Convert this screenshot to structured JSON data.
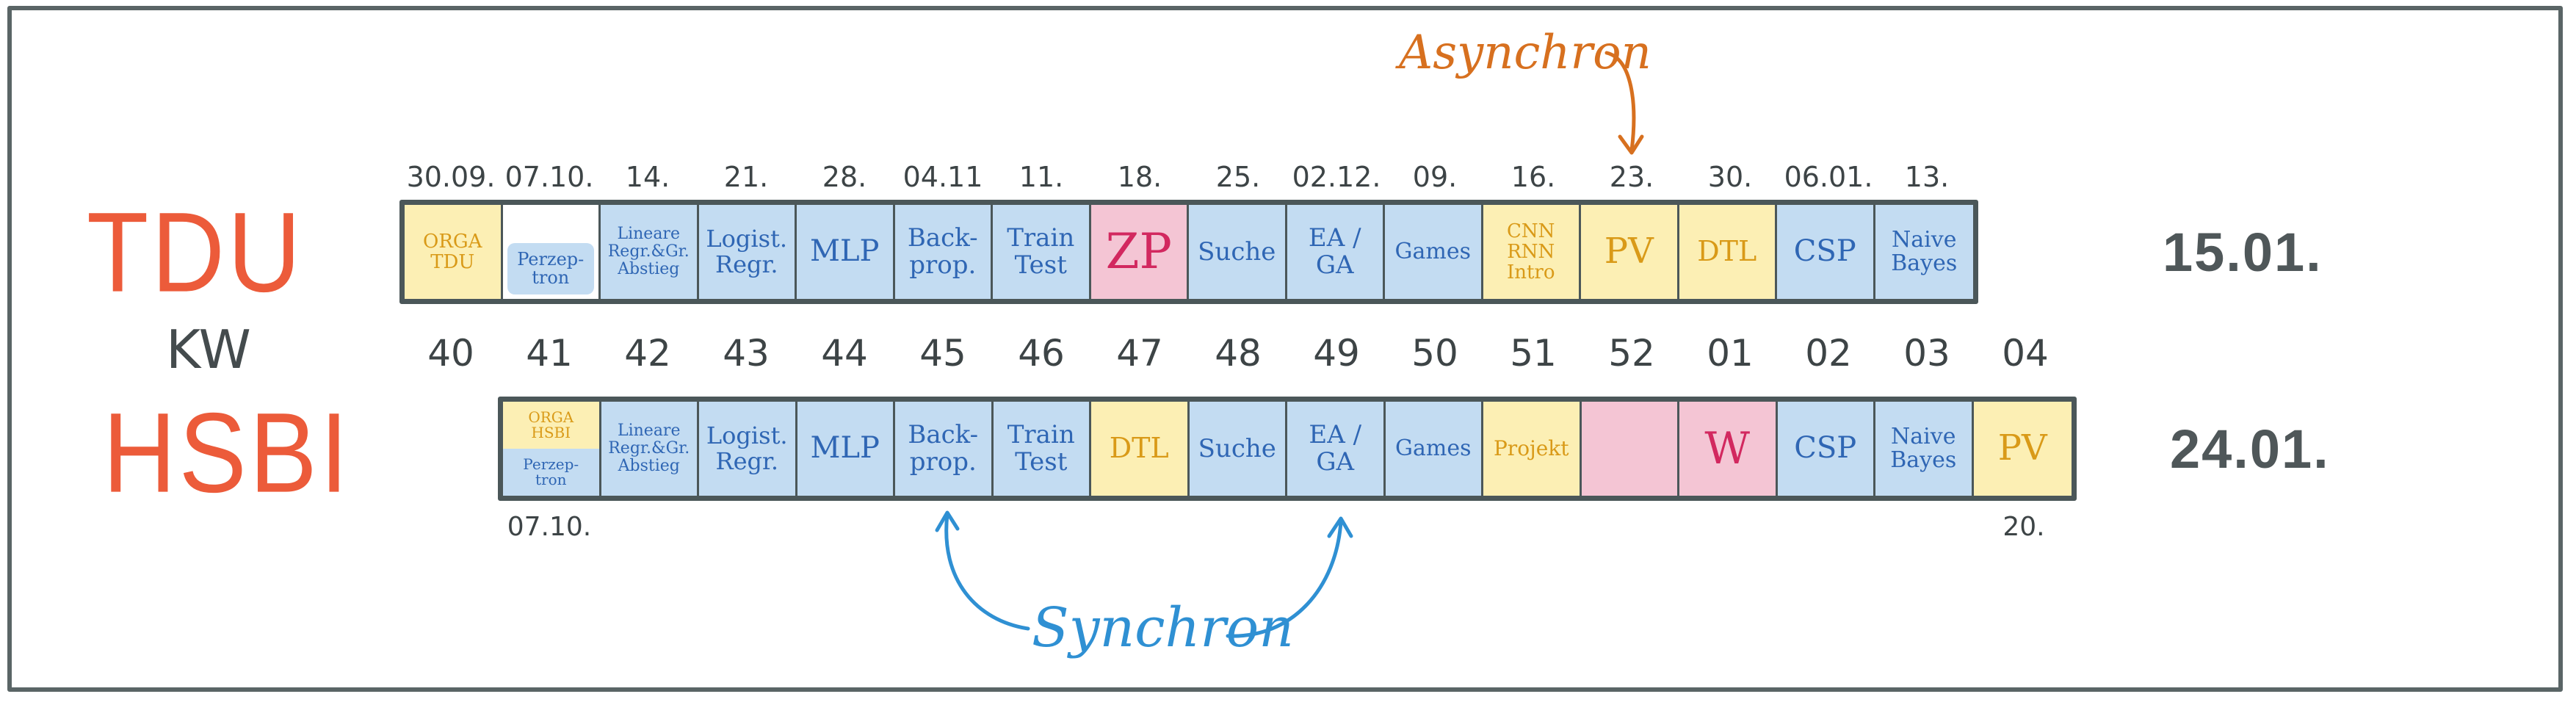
{
  "tdu": {
    "title": "TDU",
    "end_date": "15.01.",
    "dates": [
      "30.09.",
      "07.10.",
      "14.",
      "21.",
      "28.",
      "04.11",
      "11.",
      "18.",
      "25.",
      "02.12.",
      "09.",
      "16.",
      "23.",
      "30.",
      "06.01.",
      "13."
    ],
    "cells": [
      {
        "text": "ORGA\nTDU",
        "color": "yellow",
        "size": 26
      },
      {
        "text": "Perzep-\ntron",
        "color": "partial",
        "size": 24
      },
      {
        "text": "Lineare\nRegr.&Gr.\nAbstieg",
        "color": "blue",
        "size": 22
      },
      {
        "text": "Logist.\nRegr.",
        "color": "blue",
        "size": 32
      },
      {
        "text": "MLP",
        "color": "blue",
        "size": 40
      },
      {
        "text": "Back-\nprop.",
        "color": "blue",
        "size": 34
      },
      {
        "text": "Train\nTest",
        "color": "blue",
        "size": 34
      },
      {
        "text": "ZP",
        "color": "pink",
        "size": 66
      },
      {
        "text": "Suche",
        "color": "blue",
        "size": 34
      },
      {
        "text": "EA /\nGA",
        "color": "blue",
        "size": 34
      },
      {
        "text": "Games",
        "color": "blue",
        "size": 30
      },
      {
        "text": "CNN\nRNN\nIntro",
        "color": "yellow",
        "size": 26
      },
      {
        "text": "PV",
        "color": "yellow",
        "size": 48
      },
      {
        "text": "DTL",
        "color": "yellow",
        "size": 38
      },
      {
        "text": "CSP",
        "color": "blue",
        "size": 40
      },
      {
        "text": "Naive\nBayes",
        "color": "blue",
        "size": 30
      }
    ]
  },
  "kw": {
    "label": "KW",
    "weeks": [
      "40",
      "41",
      "42",
      "43",
      "44",
      "45",
      "46",
      "47",
      "48",
      "49",
      "50",
      "51",
      "52",
      "01",
      "02",
      "03",
      "04"
    ]
  },
  "hsbi": {
    "title": "HSBI",
    "end_date": "24.01.",
    "start_date": "07.10.",
    "end_label": "20.",
    "cells": [
      {
        "top": "ORGA\nHSBI",
        "bottom": "Perzep-\ntron",
        "color": "split",
        "size": 20
      },
      {
        "text": "Lineare\nRegr.&Gr.\nAbstieg",
        "color": "blue",
        "size": 22
      },
      {
        "text": "Logist.\nRegr.",
        "color": "blue",
        "size": 32
      },
      {
        "text": "MLP",
        "color": "blue",
        "size": 40
      },
      {
        "text": "Back-\nprop.",
        "color": "blue",
        "size": 34
      },
      {
        "text": "Train\nTest",
        "color": "blue",
        "size": 34
      },
      {
        "text": "DTL",
        "color": "yellow",
        "size": 38
      },
      {
        "text": "Suche",
        "color": "blue",
        "size": 34
      },
      {
        "text": "EA /\nGA",
        "color": "blue",
        "size": 34
      },
      {
        "text": "Games",
        "color": "blue",
        "size": 30
      },
      {
        "text": "Projekt",
        "color": "yellow",
        "size": 28
      },
      {
        "text": "",
        "color": "pink",
        "size": 30
      },
      {
        "text": "W",
        "color": "pink",
        "size": 60
      },
      {
        "text": "CSP",
        "color": "blue",
        "size": 40
      },
      {
        "text": "Naive\nBayes",
        "color": "blue",
        "size": 30
      },
      {
        "text": "PV",
        "color": "yellow",
        "size": 48
      }
    ]
  },
  "annotations": {
    "asynchron": "Asynchron",
    "synchron": "Synchron"
  },
  "colors": {
    "blue_fill": "#c3dcf2",
    "yellow_fill": "#fcefb4",
    "pink_fill": "#f4c5d4",
    "title_red": "#ec5b3a",
    "asynchron_orange": "#d7701f",
    "synchron_blue": "#2f90d3"
  }
}
